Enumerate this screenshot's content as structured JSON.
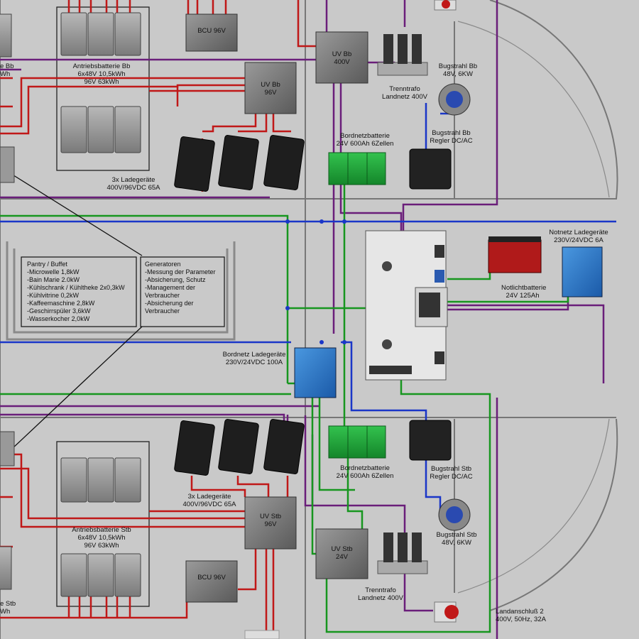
{
  "colors": {
    "background": "#c9c9c9",
    "wire_red": "#c01818",
    "wire_purple": "#6a1e7a",
    "wire_green": "#17961f",
    "wire_blue": "#1a36c8",
    "wire_black": "#111111",
    "battery_green": "#1fa83a",
    "charger_blue": "#2a78c8"
  },
  "labels": {
    "bcu_top": "BCU 96V",
    "uv_bb_400": [
      "UV Bb",
      "400V"
    ],
    "uv_bb_96": [
      "UV Bb",
      "96V"
    ],
    "antrieb_bb": [
      "Antriebsbatterie Bb",
      "6x48V 10,5kWh",
      "96V 63kWh"
    ],
    "trenntrafo_top": [
      "Trenntrafo",
      "Landnetz 400V"
    ],
    "bugstrahl_bb": [
      "Bugstrahl Bb",
      "48V, 6KW"
    ],
    "regler_bb": [
      "Bugstrahl Bb",
      "Regler DC/AC"
    ],
    "bordnetz_top": [
      "Bordnetzbatterie",
      "24V 600Ah 6Zellen"
    ],
    "lader_top": [
      "3x Ladegeräte",
      "400V/96VDC 65A"
    ],
    "notnetz": [
      "Notnetz Ladegeräte",
      "230V/24VDC 6A"
    ],
    "notlicht": [
      "Notlichtbatterie",
      "24V 125Ah"
    ],
    "bordnetz_lader": [
      "Bordnetz Ladegeräte",
      "230V/24VDC 100A"
    ],
    "bordnetz_bottom": [
      "Bordnetzbatterie",
      "24V 600Ah 6Zellen"
    ],
    "regler_stb": [
      "Bugstrahl Stb",
      "Regler DC/AC"
    ],
    "bugstrahl_stb": [
      "Bugstrahl Stb",
      "48V, 6KW"
    ],
    "lader_bottom": [
      "3x Ladegeräte",
      "400V/96VDC 65A"
    ],
    "uv_stb_96": [
      "UV Stb",
      "96V"
    ],
    "antrieb_stb": [
      "Antriebsbatterie Stb",
      "6x48V 10,5kWh",
      "96V 63kWh"
    ],
    "uv_stb_24": [
      "UV Stb",
      "24V"
    ],
    "trenntrafo_bottom": [
      "Trenntrafo",
      "Landnetz 400V"
    ],
    "bcu_bottom": "BCU 96V",
    "landanschluss": [
      "Landanschluß 2",
      "400V, 50Hz, 32A"
    ],
    "left_edge_top": [
      "e Bb",
      "Wh"
    ],
    "left_edge_bottom": [
      "e Stb",
      "Wh"
    ]
  },
  "pantry": [
    "Pantry / Buffet",
    "-Microwelle 1,8kW",
    "-Bain Marie 2.0kW",
    "-Kühlschrank / Kühltheke 2x0,3kW",
    "-Kühlvitrine 0,2kW",
    "-Kaffeemaschine 2,8kW",
    "-Geschirrspüler 3,6kW",
    "-Wasserkocher 2,0kW"
  ],
  "generatoren": [
    "Generatoren",
    "-Messung der Parameter",
    "-Absicherung, Schutz",
    "-Management der",
    "Verbraucher",
    "-Absicherung der",
    "Verbraucher"
  ]
}
